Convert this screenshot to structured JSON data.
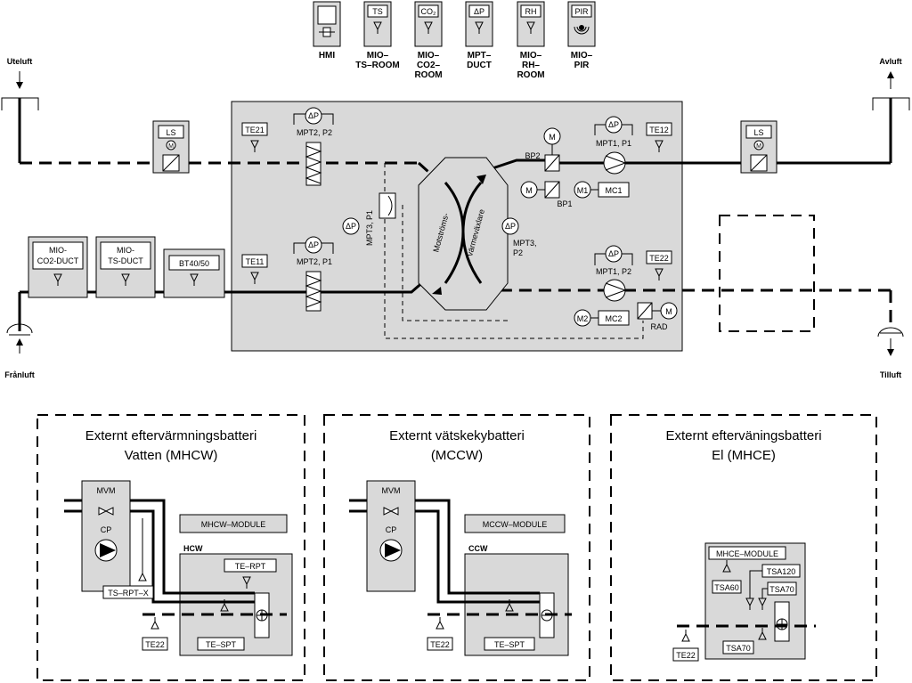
{
  "air": {
    "uteluft": "Uteluft",
    "avluft": "Avluft",
    "franluft": "Frånluft",
    "tilluft": "Tilluft"
  },
  "hmi_devices": [
    {
      "label": "",
      "caption": "HMI"
    },
    {
      "label": "TS",
      "caption": "MIO–TS–ROOM"
    },
    {
      "label": "CO₂",
      "caption": "MIO–CO2–ROOM"
    },
    {
      "label": "ΔP",
      "caption": "MPT–DUCT"
    },
    {
      "label": "RH",
      "caption": "MIO–RH–ROOM"
    },
    {
      "label": "PIR",
      "caption": "MIO–PIR"
    }
  ],
  "hmi_captions": {
    "hmi": "HMI",
    "ts": [
      "MIO–",
      "TS–ROOM"
    ],
    "co2": [
      "MIO–",
      "CO2–",
      "ROOM"
    ],
    "dp": [
      "MPT–",
      "DUCT"
    ],
    "rh": [
      "MIO–",
      "RH–",
      "ROOM"
    ],
    "pir": [
      "MIO–",
      "PIR"
    ]
  },
  "dampers": {
    "ls": "LS",
    "m": "M"
  },
  "left_sensors": {
    "co2": [
      "MIO-",
      "CO2-DUCT"
    ],
    "ts": [
      "MIO-",
      "TS-DUCT"
    ],
    "bt": "BT40/50"
  },
  "unit": {
    "te21": "TE21",
    "te11": "TE11",
    "te12": "TE12",
    "te22": "TE22",
    "dp": "ΔP",
    "mpt2_p2": "MPT2, P2",
    "mpt2_p1": "MPT2, P1",
    "mpt3_p1": "MPT3, P1",
    "mpt3_p2": [
      "MPT3,",
      "P2"
    ],
    "mpt1_p1": "MPT1, P1",
    "mpt1_p2": "MPT1, P2",
    "hx_line1": "Motströms-",
    "hx_line2": "värmeväxlare",
    "bp1": "BP1",
    "bp2": "BP2",
    "m": "M",
    "m1": "M1",
    "m2": "M2",
    "mc1": "MC1",
    "mc2": "MC2",
    "rad": "RAD"
  },
  "panels": {
    "mhcw": {
      "title": [
        "Externt  eftervärmningsbatteri",
        "Vatten  (MHCW)"
      ],
      "mvm": "MVM",
      "cp": "CP",
      "module": "MHCW–MODULE",
      "coil": "HCW",
      "te_rpt": "TE–RPT",
      "te_spt": "TE–SPT",
      "ts_rpt": "TS–RPT–X",
      "te22": "TE22"
    },
    "mccw": {
      "title": [
        "Externt  vätskekybatteri",
        "(MCCW)"
      ],
      "mvm": "MVM",
      "cp": "CP",
      "module": "MCCW–MODULE",
      "coil": "CCW",
      "te_spt": "TE–SPT",
      "te22": "TE22"
    },
    "mhce": {
      "title": [
        "Externt  efterväningsbatteri",
        "El  (MHCE)"
      ],
      "module": "MHCE–MODULE",
      "tsa60": "TSA60",
      "tsa120": "TSA120",
      "tsa70a": "TSA70",
      "tsa70b": "TSA70",
      "te22": "TE22"
    }
  }
}
